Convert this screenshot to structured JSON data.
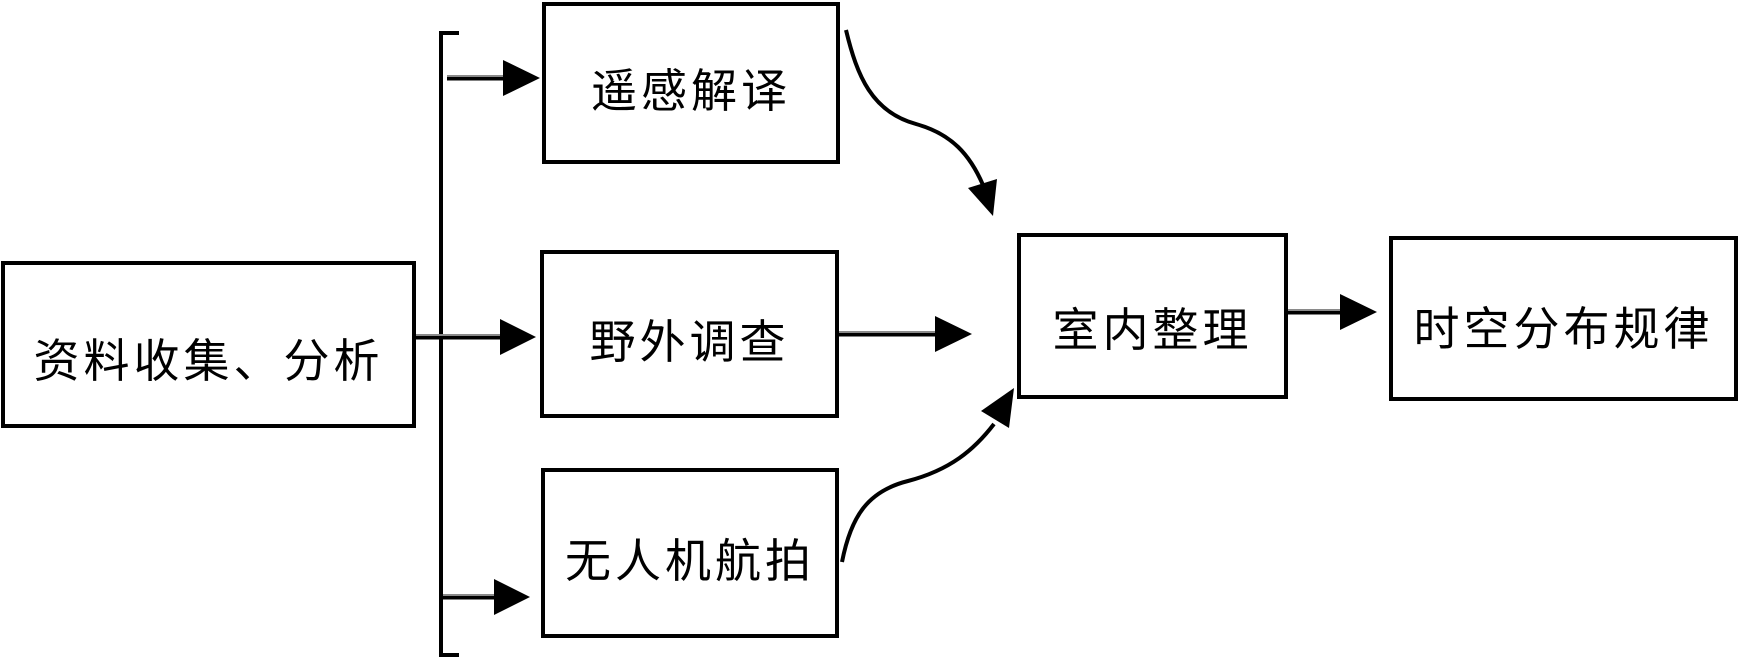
{
  "diagram": {
    "background_color": "#ffffff",
    "line_color": "#000000",
    "shaft_highlight_color": "#8a8a8a",
    "nodes": {
      "source": {
        "label": "资料收集、分析"
      },
      "remote": {
        "label": "遥感解译"
      },
      "field": {
        "label": "野外调查"
      },
      "drone": {
        "label": "无人机航拍"
      },
      "indoor": {
        "label": "室内整理"
      },
      "pattern": {
        "label": "时空分布规律"
      }
    },
    "edges": [
      {
        "from": "资料收集、分析",
        "to": "遥感解译",
        "connector": "bracket-branch straight arrow"
      },
      {
        "from": "资料收集、分析",
        "to": "野外调查",
        "connector": "bracket-branch straight arrow"
      },
      {
        "from": "资料收集、分析",
        "to": "无人机航拍",
        "connector": "bracket-branch straight arrow"
      },
      {
        "from": "遥感解译",
        "to": "室内整理",
        "connector": "s-curve arrow down"
      },
      {
        "from": "野外调查",
        "to": "室内整理",
        "connector": "straight arrow"
      },
      {
        "from": "无人机航拍",
        "to": "室内整理",
        "connector": "s-curve arrow up"
      },
      {
        "from": "室内整理",
        "to": "时空分布规律",
        "connector": "straight arrow"
      }
    ]
  }
}
